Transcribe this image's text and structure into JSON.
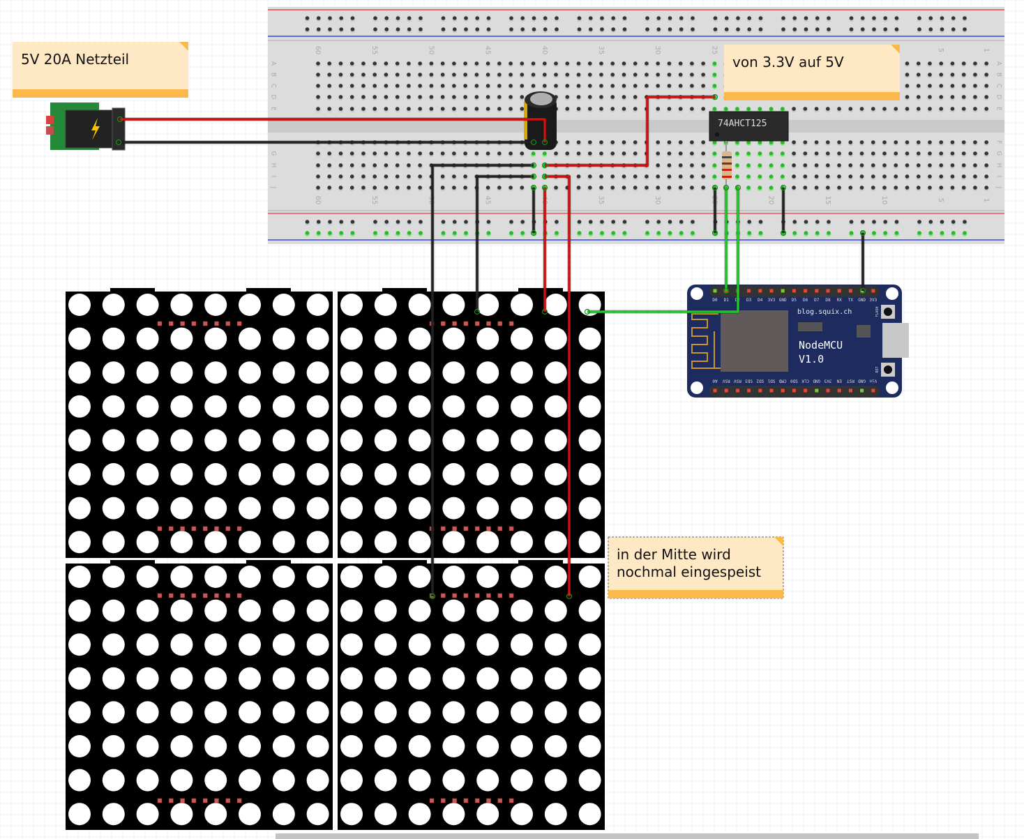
{
  "notes": [
    {
      "id": "power-note",
      "text": "5V 20A Netzteil"
    },
    {
      "id": "level-note",
      "text": "von 3.3V auf 5V"
    },
    {
      "id": "feed-note",
      "lines": [
        "in der Mitte wird",
        "nochmal eingespeist"
      ]
    }
  ],
  "breadboard": {
    "column_numbers": [
      "60",
      "55",
      "50",
      "45",
      "40",
      "35",
      "30",
      "25",
      "20",
      "15",
      "10",
      "5",
      "1"
    ],
    "row_letters_top": [
      "A",
      "B",
      "C",
      "D",
      "E"
    ],
    "row_letters_bottom": [
      "F",
      "G",
      "H",
      "I",
      "J"
    ]
  },
  "chip": {
    "label": "74AHCT125"
  },
  "nodemcu": {
    "site": "blog.squix.ch",
    "title_line1": "NodeMCU",
    "title_line2": "V1.0",
    "flash_label": "FLASH",
    "rst_label": "RST",
    "top_pins": [
      "D0",
      "D1",
      "D2",
      "D3",
      "D4",
      "3V3",
      "GND",
      "D5",
      "D6",
      "D7",
      "D8",
      "RX",
      "TX",
      "GND",
      "3V3"
    ],
    "bottom_pins": [
      "A0",
      "RSV",
      "RSV",
      "SD3",
      "SD2",
      "SD1",
      "CMD",
      "SD0",
      "CLK",
      "GND",
      "3V3",
      "EN",
      "RST",
      "GND",
      "Vin"
    ]
  },
  "colors": {
    "wire_red": "#cc1111",
    "wire_black": "#222222",
    "wire_green": "#22c42a",
    "breadboard": "#dcdcdc",
    "note_fill": "#ffe8c4",
    "note_bar": "#fbb94c",
    "nodemcu_board": "#1e2b5f",
    "matrix": "#000000",
    "led": "#ffffff"
  },
  "led_matrices": {
    "count": 4,
    "rows": 8,
    "cols": 8
  }
}
